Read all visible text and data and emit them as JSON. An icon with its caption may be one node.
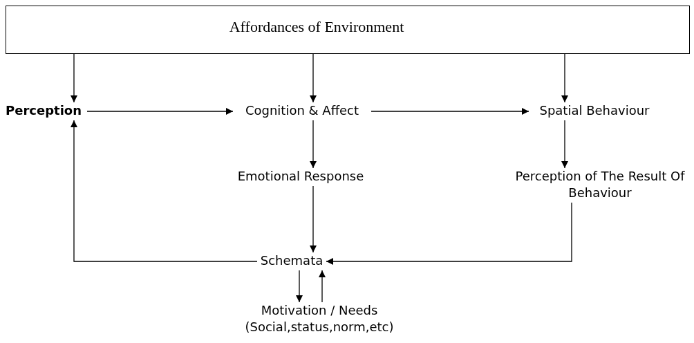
{
  "diagram": {
    "nodes": [
      {
        "text": [
          "Affordances of Environment"
        ]
      },
      {
        "text": [
          "Perception"
        ]
      },
      {
        "text": [
          "Cognition & Affect"
        ]
      },
      {
        "text": [
          "Spatial Behaviour"
        ]
      },
      {
        "text": [
          "Emotional Response"
        ]
      },
      {
        "text": [
          "Perception of The Result Of Behaviour"
        ]
      },
      {
        "text": [
          "Schemata"
        ]
      },
      {
        "text": [
          "Motivation / Needs (Social,status,norm,etc)"
        ]
      }
    ],
    "edges": [
      {
        "from": 0,
        "to": 1,
        "arrow": "to"
      },
      {
        "from": 0,
        "to": 2,
        "arrow": "to"
      },
      {
        "from": 0,
        "to": 3,
        "arrow": "to"
      },
      {
        "from": 1,
        "to": 2,
        "arrow": "to"
      },
      {
        "from": 2,
        "to": 3,
        "arrow": "to"
      },
      {
        "from": 2,
        "to": 4,
        "arrow": "to"
      },
      {
        "from": 3,
        "to": 5,
        "arrow": "to"
      },
      {
        "from": 4,
        "to": 6,
        "arrow": "to"
      },
      {
        "from": 5,
        "to": 6,
        "arrow": "to"
      },
      {
        "from": 6,
        "to": 1,
        "arrow": "to"
      },
      {
        "from": 6,
        "to": 7,
        "arrow": "to"
      },
      {
        "from": 7,
        "to": 6,
        "arrow": "to"
      }
    ]
  }
}
